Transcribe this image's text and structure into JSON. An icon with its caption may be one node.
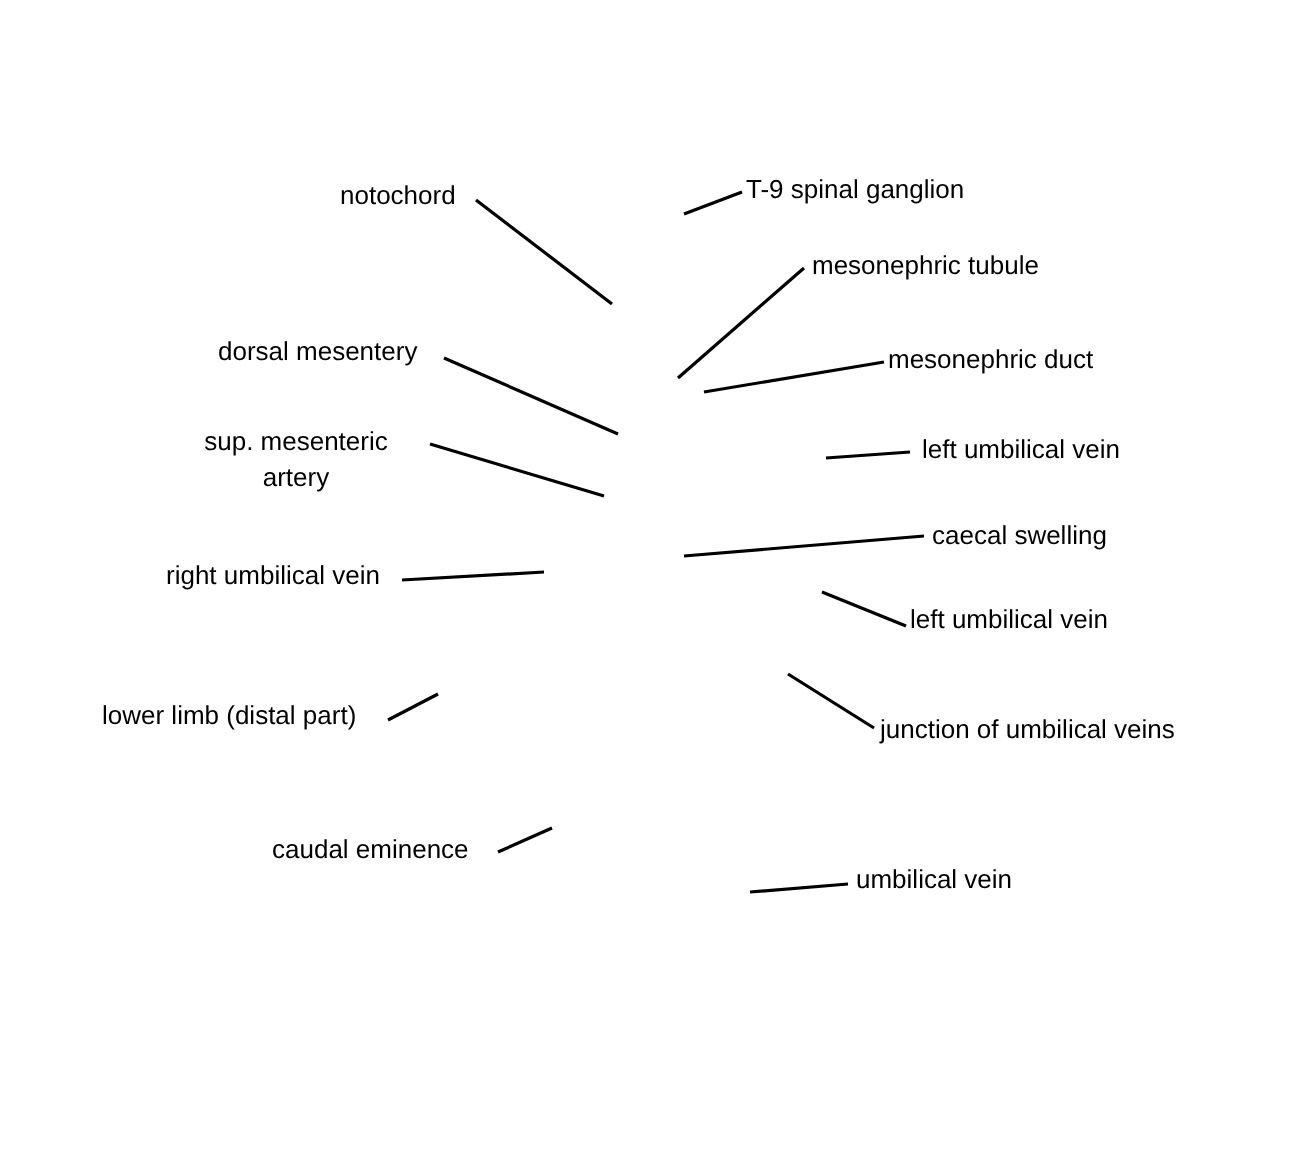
{
  "diagram": {
    "nodes": [
      {
        "text": [
          "notochord"
        ]
      },
      {
        "text": [
          "T-9 spinal ganglion"
        ]
      },
      {
        "text": [
          "mesonephric tubule"
        ]
      },
      {
        "text": [
          "dorsal mesentery"
        ]
      },
      {
        "text": [
          "mesonephric duct"
        ]
      },
      {
        "text": [
          "sup. mesenteric artery"
        ]
      },
      {
        "text": [
          "left umbilical vein"
        ]
      },
      {
        "text": [
          "caecal swelling"
        ]
      },
      {
        "text": [
          "right umbilical vein"
        ]
      },
      {
        "text": [
          "left umbilical vein"
        ]
      },
      {
        "text": [
          "lower limb (distal part)"
        ]
      },
      {
        "text": [
          "junction of umbilical veins"
        ]
      },
      {
        "text": [
          "caudal eminence"
        ]
      },
      {
        "text": [
          "umbilical vein"
        ]
      }
    ],
    "edges": [
      {
        "from": 0,
        "to": null,
        "arrow": "none"
      },
      {
        "from": 1,
        "to": null,
        "arrow": "none"
      },
      {
        "from": 2,
        "to": null,
        "arrow": "none"
      },
      {
        "from": 3,
        "to": null,
        "arrow": "none"
      },
      {
        "from": 4,
        "to": null,
        "arrow": "none"
      },
      {
        "from": 5,
        "to": null,
        "arrow": "none"
      },
      {
        "from": 6,
        "to": null,
        "arrow": "none"
      },
      {
        "from": 7,
        "to": null,
        "arrow": "none"
      },
      {
        "from": 8,
        "to": null,
        "arrow": "none"
      },
      {
        "from": 9,
        "to": null,
        "arrow": "none"
      },
      {
        "from": 10,
        "to": null,
        "arrow": "none"
      },
      {
        "from": 11,
        "to": null,
        "arrow": "none"
      },
      {
        "from": 12,
        "to": null,
        "arrow": "none"
      },
      {
        "from": 13,
        "to": null,
        "arrow": "none"
      }
    ]
  }
}
